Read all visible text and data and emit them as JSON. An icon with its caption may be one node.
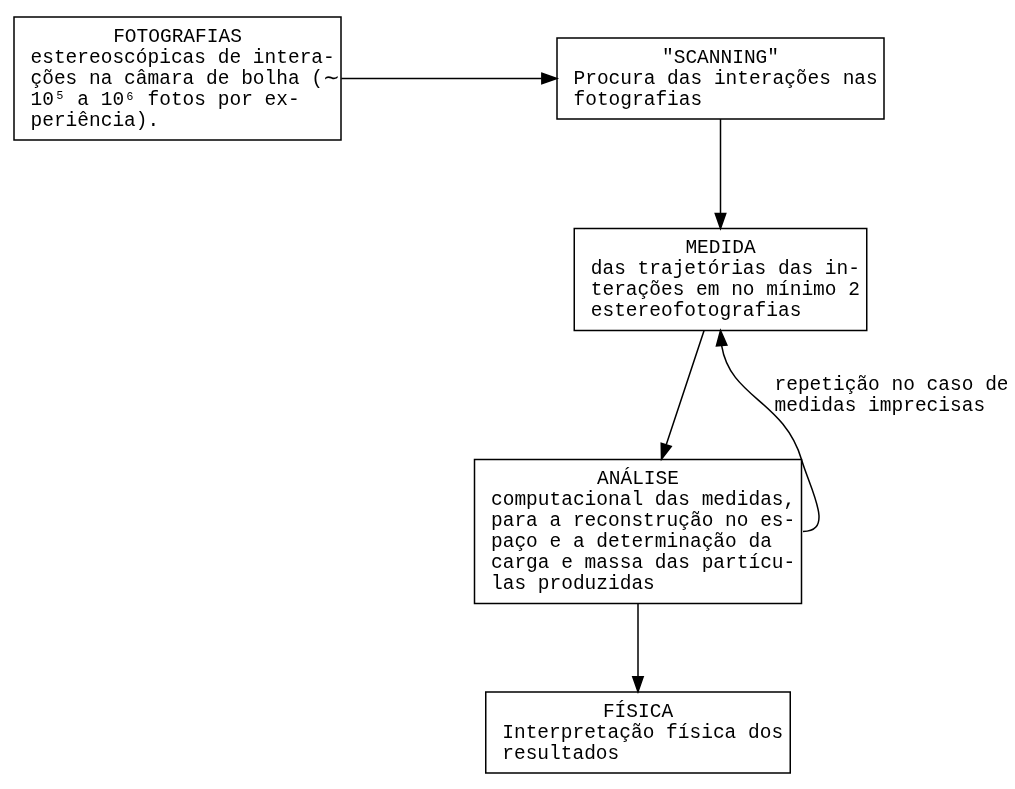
{
  "diagram": {
    "nodes": [
      {
        "text": [
          "FOTOGRAFIAS",
          "estereoscópicas de intera- ções na câmara de bolha (∼ 10⁵ a 10⁶ fotos por ex- periência)."
        ]
      },
      {
        "text": [
          "\"SCANNING\"",
          "Procura das interações nas fotografias"
        ]
      },
      {
        "text": [
          "MEDIDA",
          "das trajetórias das in- terações em no mínimo 2 estereofotografias"
        ]
      },
      {
        "text": [
          "ANÁLISE",
          "computacional das medidas, para a reconstrução no es- paço e a determinação da carga e massa das partícu- las produzidas"
        ]
      },
      {
        "text": [
          "FÍSICA",
          "Interpretação física dos resultados"
        ]
      }
    ],
    "edges": [
      {
        "from": 0,
        "to": 1,
        "arrow": "to"
      },
      {
        "from": 1,
        "to": 2,
        "arrow": "to"
      },
      {
        "from": 2,
        "to": 3,
        "arrow": "to"
      },
      {
        "from": 3,
        "to": 2,
        "arrow": "to",
        "label": "repetição no caso de medidas imprecisas"
      },
      {
        "from": 3,
        "to": 4,
        "arrow": "to"
      }
    ]
  }
}
